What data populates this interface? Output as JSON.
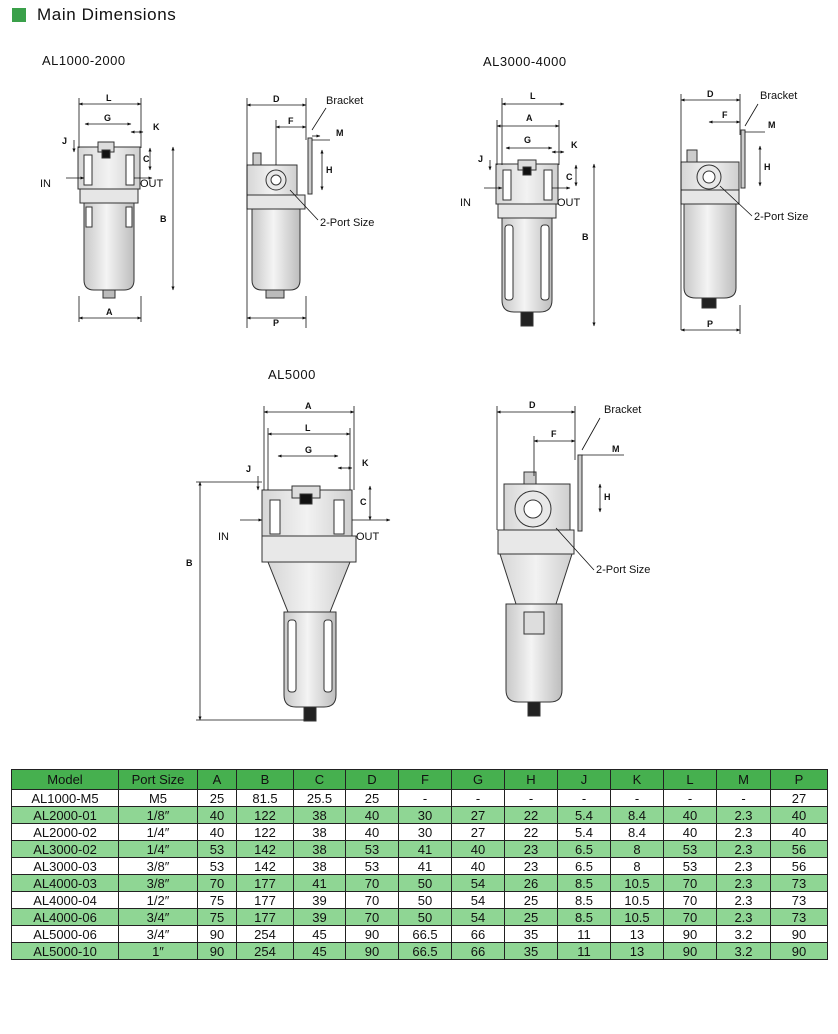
{
  "section": {
    "title": "Main Dimensions"
  },
  "drawings": {
    "group1": {
      "title": "AL1000-2000"
    },
    "group2": {
      "title": "AL3000-4000"
    },
    "group3": {
      "title": "AL5000"
    },
    "labels": {
      "in": "IN",
      "out": "OUT",
      "bracket": "Bracket",
      "port": "2-Port Size"
    },
    "dims": {
      "A": "A",
      "B": "B",
      "C": "C",
      "D": "D",
      "F": "F",
      "G": "G",
      "H": "H",
      "J": "J",
      "K": "K",
      "L": "L",
      "M": "M",
      "P": "P"
    }
  },
  "table": {
    "headers": [
      "Model",
      "Port Size",
      "A",
      "B",
      "C",
      "D",
      "F",
      "G",
      "H",
      "J",
      "K",
      "L",
      "M",
      "P"
    ],
    "rows": [
      [
        "AL1000-M5",
        "M5",
        "25",
        "81.5",
        "25.5",
        "25",
        "-",
        "-",
        "-",
        "-",
        "-",
        "-",
        "-",
        "27"
      ],
      [
        "AL2000-01",
        "1/8″",
        "40",
        "122",
        "38",
        "40",
        "30",
        "27",
        "22",
        "5.4",
        "8.4",
        "40",
        "2.3",
        "40"
      ],
      [
        "AL2000-02",
        "1/4″",
        "40",
        "122",
        "38",
        "40",
        "30",
        "27",
        "22",
        "5.4",
        "8.4",
        "40",
        "2.3",
        "40"
      ],
      [
        "AL3000-02",
        "1/4″",
        "53",
        "142",
        "38",
        "53",
        "41",
        "40",
        "23",
        "6.5",
        "8",
        "53",
        "2.3",
        "56"
      ],
      [
        "AL3000-03",
        "3/8″",
        "53",
        "142",
        "38",
        "53",
        "41",
        "40",
        "23",
        "6.5",
        "8",
        "53",
        "2.3",
        "56"
      ],
      [
        "AL4000-03",
        "3/8″",
        "70",
        "177",
        "41",
        "70",
        "50",
        "54",
        "26",
        "8.5",
        "10.5",
        "70",
        "2.3",
        "73"
      ],
      [
        "AL4000-04",
        "1/2″",
        "75",
        "177",
        "39",
        "70",
        "50",
        "54",
        "25",
        "8.5",
        "10.5",
        "70",
        "2.3",
        "73"
      ],
      [
        "AL4000-06",
        "3/4″",
        "75",
        "177",
        "39",
        "70",
        "50",
        "54",
        "25",
        "8.5",
        "10.5",
        "70",
        "2.3",
        "73"
      ],
      [
        "AL5000-06",
        "3/4″",
        "90",
        "254",
        "45",
        "90",
        "66.5",
        "66",
        "35",
        "11",
        "13",
        "90",
        "3.2",
        "90"
      ],
      [
        "AL5000-10",
        "1″",
        "90",
        "254",
        "45",
        "90",
        "66.5",
        "66",
        "35",
        "11",
        "13",
        "90",
        "3.2",
        "90"
      ]
    ]
  }
}
